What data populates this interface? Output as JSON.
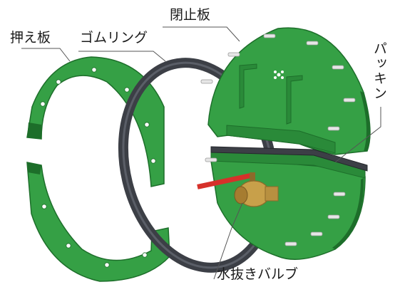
{
  "labels": {
    "closing_plate": "閉止板",
    "pressure_plate": "押え板",
    "rubber_ring": "ゴムリング",
    "packing": "パッキン",
    "drain_valve": "水抜きバルブ"
  },
  "colors": {
    "plate_green": "#35a045",
    "plate_dark": "#1d6e2a",
    "rubber_dark": "#3c3f46",
    "valve_brass": "#c8a04a",
    "handle_red": "#d6312a",
    "leader_line": "#555555"
  },
  "icons": [
    "flower-emblem-icon"
  ]
}
